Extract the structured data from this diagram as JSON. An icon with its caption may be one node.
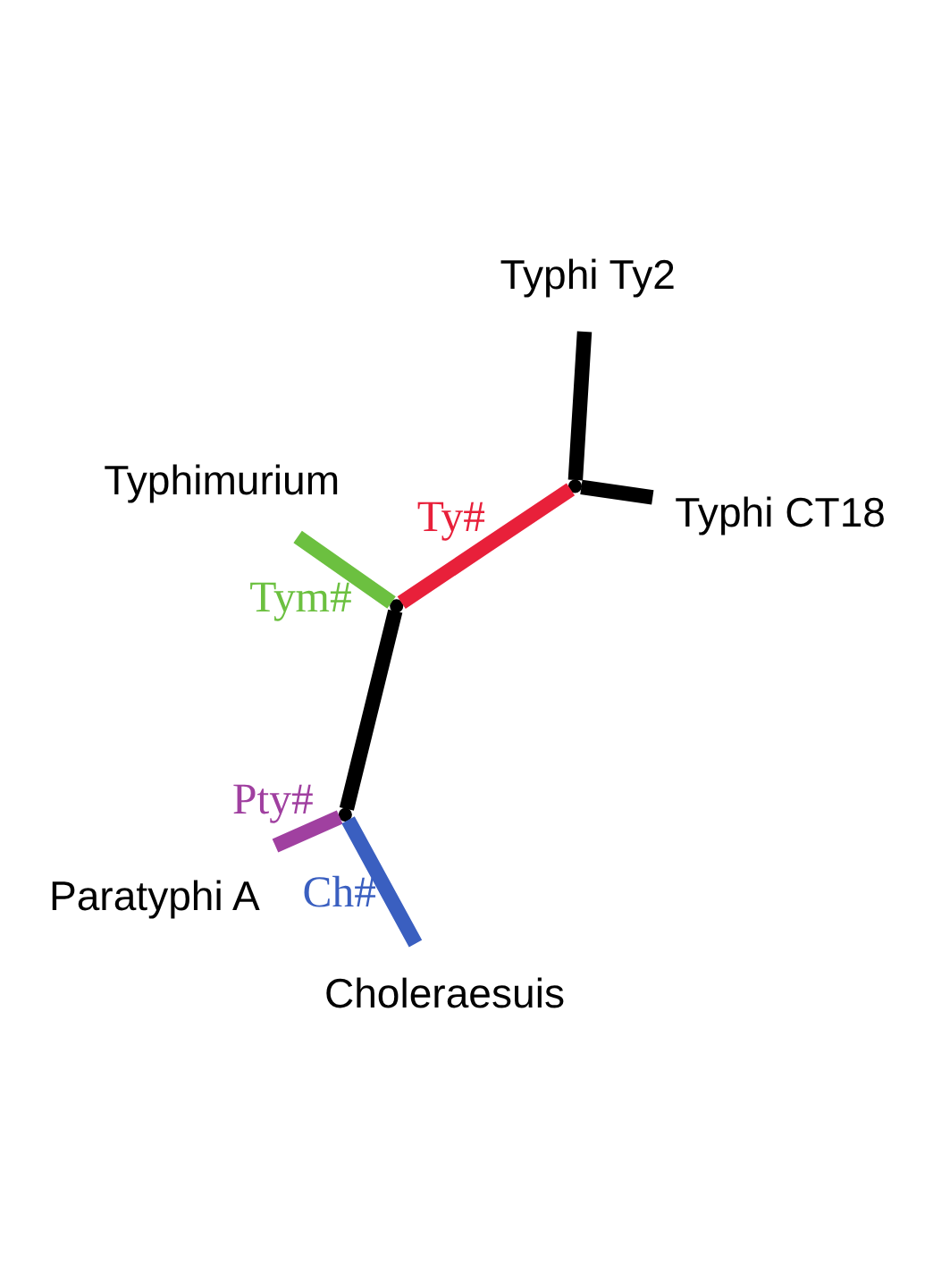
{
  "diagram": {
    "nodes": [
      {
        "text": [
          "Typhi Ty2"
        ]
      },
      {
        "text": [
          "Typhi CT18"
        ]
      },
      {
        "text": [],
        "shape": "point"
      },
      {
        "text": [
          "Typhimurium"
        ]
      },
      {
        "text": [],
        "shape": "point"
      },
      {
        "text": [],
        "shape": "point"
      },
      {
        "text": [
          "Paratyphi A"
        ]
      },
      {
        "text": [
          "Choleraesuis"
        ]
      }
    ],
    "edges": [
      {
        "from": 0,
        "to": 2,
        "arrow": "none"
      },
      {
        "from": 1,
        "to": 2,
        "arrow": "none"
      },
      {
        "from": 2,
        "to": 4,
        "arrow": "none",
        "label": "Ty#",
        "color": "#e8203a"
      },
      {
        "from": 4,
        "to": 3,
        "arrow": "none",
        "label": "Tym#",
        "color": "#6cc040"
      },
      {
        "from": 4,
        "to": 5,
        "arrow": "none"
      },
      {
        "from": 5,
        "to": 6,
        "arrow": "none",
        "label": "Pty#",
        "color": "#a040a0"
      },
      {
        "from": 5,
        "to": 7,
        "arrow": "none",
        "label": "Ch#",
        "color": "#3a5fc0"
      }
    ]
  }
}
